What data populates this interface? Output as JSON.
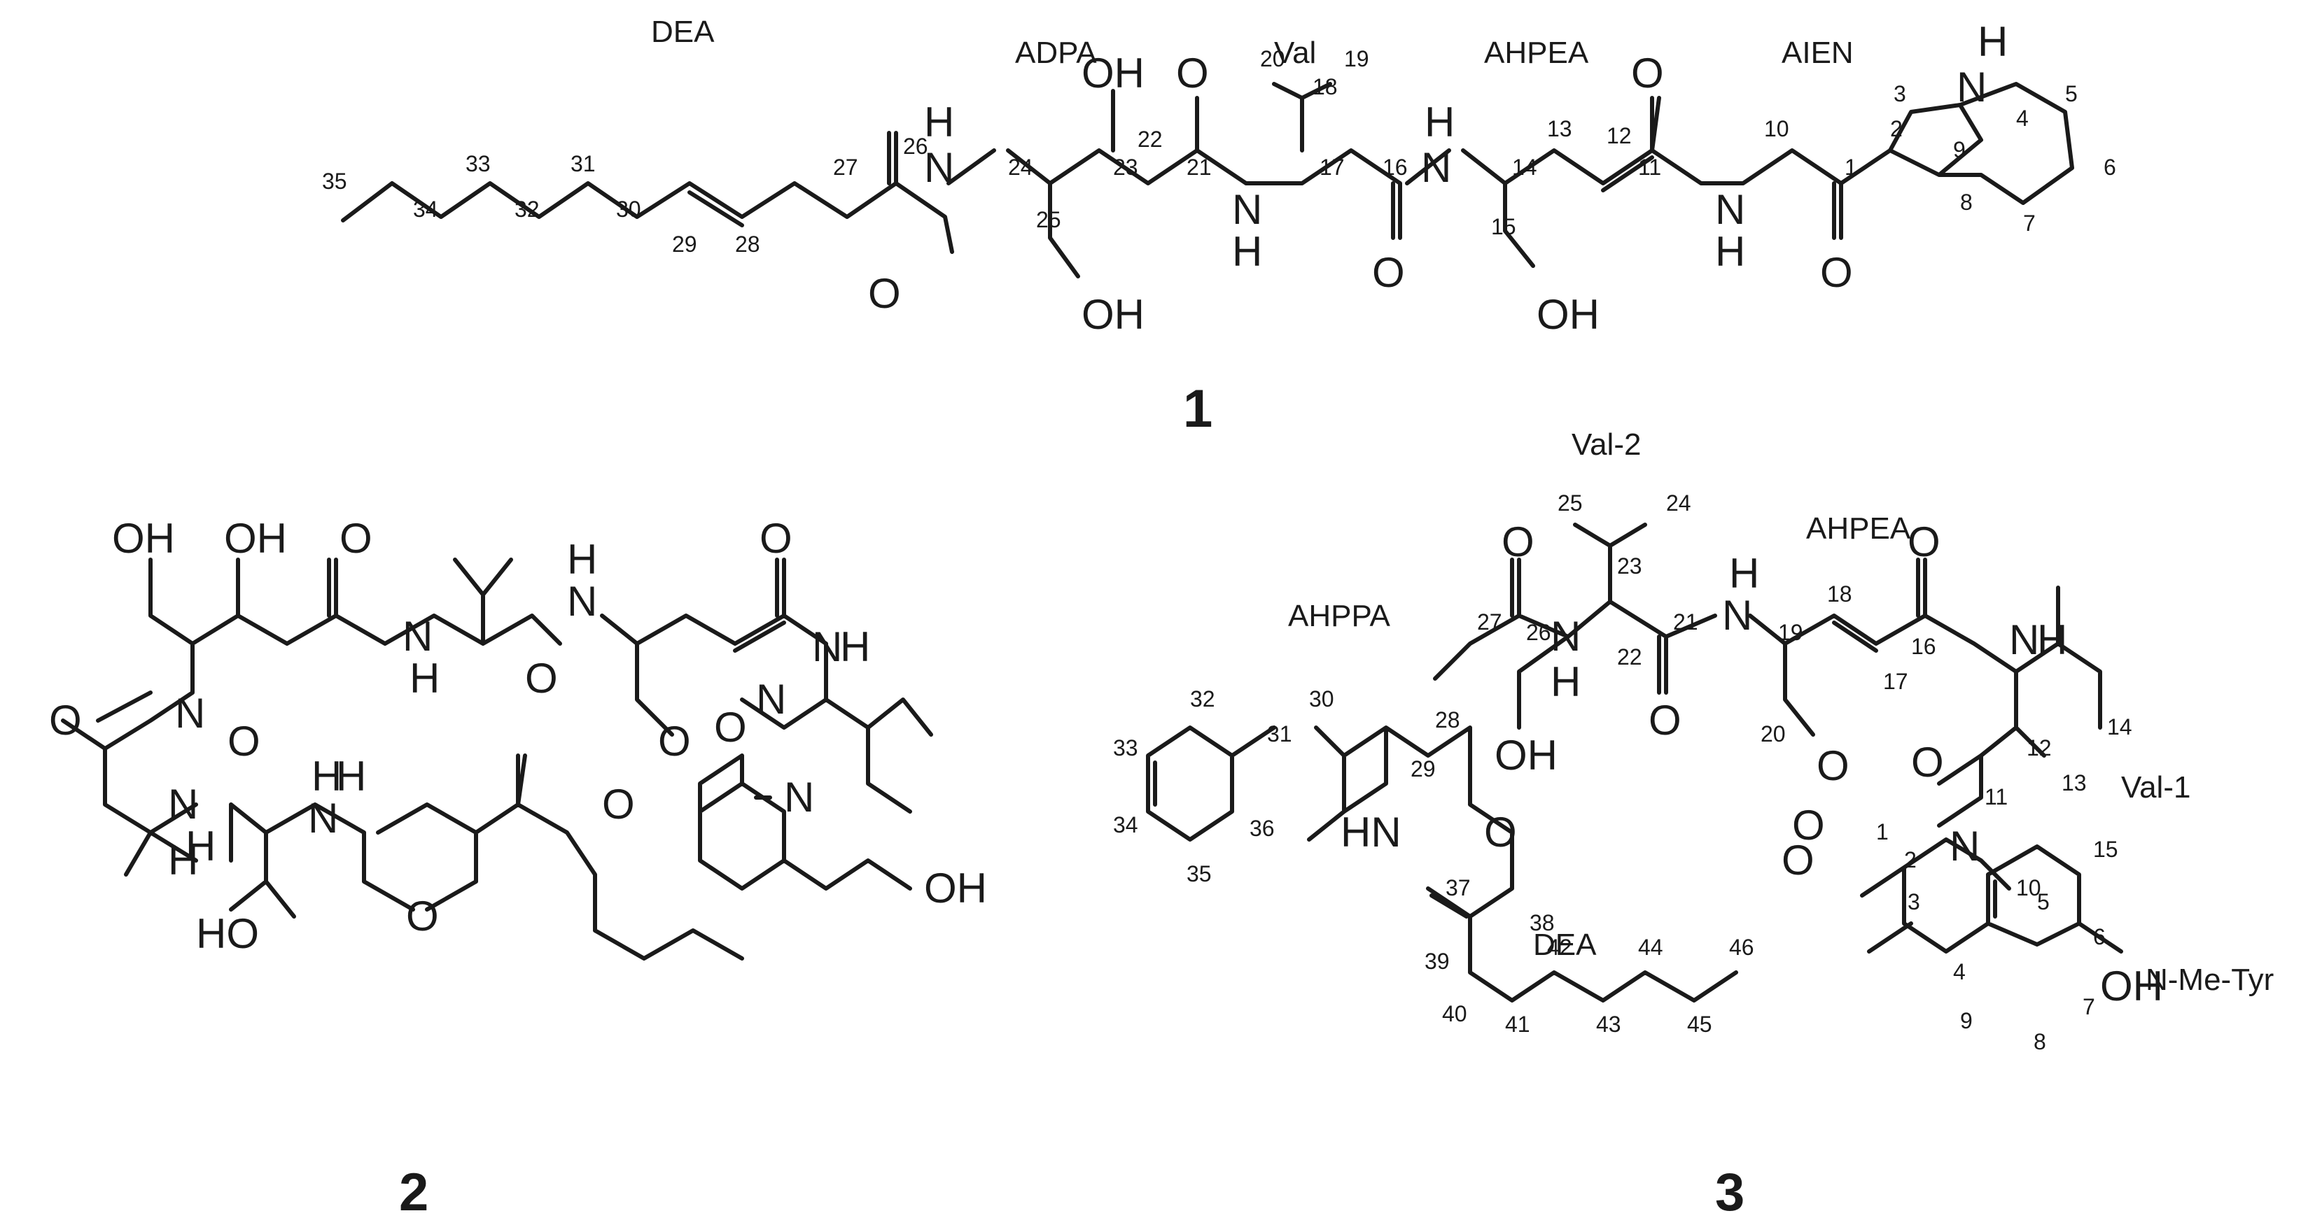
{
  "compound_ids": [
    "1",
    "2",
    "3"
  ],
  "compound1": {
    "units": [
      "DEA",
      "ADPA",
      "Val",
      "AHPEA",
      "AIEN"
    ],
    "heteroatoms": [
      "OH",
      "O",
      "H",
      "N",
      "O",
      "O",
      "H",
      "N",
      "OH",
      "N",
      "H",
      "O",
      "O",
      "N",
      "H",
      "OH",
      "H",
      "N",
      "H",
      "O",
      "N",
      "O",
      "H",
      "N",
      "OH"
    ],
    "atom_numbers": [
      "1",
      "2",
      "3",
      "4",
      "5",
      "6",
      "7",
      "8",
      "9",
      "10",
      "11",
      "12",
      "13",
      "14",
      "15",
      "16",
      "17",
      "18",
      "19",
      "20",
      "21",
      "22",
      "23",
      "24",
      "25",
      "26",
      "27",
      "28",
      "29",
      "30",
      "31",
      "32",
      "33",
      "34",
      "35"
    ]
  },
  "compound2": {
    "heteroatoms": [
      "OH",
      "OH",
      "O",
      "H",
      "N",
      "N",
      "H",
      "O",
      "H",
      "N",
      "O",
      "H",
      "N",
      "O",
      "N",
      "H",
      "O",
      "H",
      "N",
      "O",
      "H",
      "N",
      "O",
      "O",
      "O",
      "N",
      "HO",
      "OH"
    ]
  },
  "compound3": {
    "units": [
      "Val-2",
      "AHPEA",
      "AHPPA",
      "Val-1",
      "DEA",
      "N-Me-Tyr"
    ],
    "heteroatoms": [
      "O",
      "N",
      "H",
      "O",
      "N",
      "H",
      "O",
      "H",
      "N",
      "O",
      "HN",
      "O",
      "OH",
      "O",
      "O",
      "N",
      "O",
      "OH"
    ],
    "atom_numbers": [
      "1",
      "2",
      "3",
      "4",
      "5",
      "6",
      "7",
      "8",
      "9",
      "10",
      "11",
      "12",
      "13",
      "14",
      "15",
      "16",
      "17",
      "18",
      "19",
      "20",
      "21",
      "22",
      "23",
      "24",
      "25",
      "26",
      "27",
      "28",
      "29",
      "30",
      "31",
      "32",
      "33",
      "34",
      "35",
      "36",
      "37",
      "38",
      "39",
      "40",
      "41",
      "42",
      "43",
      "44",
      "45",
      "46"
    ]
  }
}
